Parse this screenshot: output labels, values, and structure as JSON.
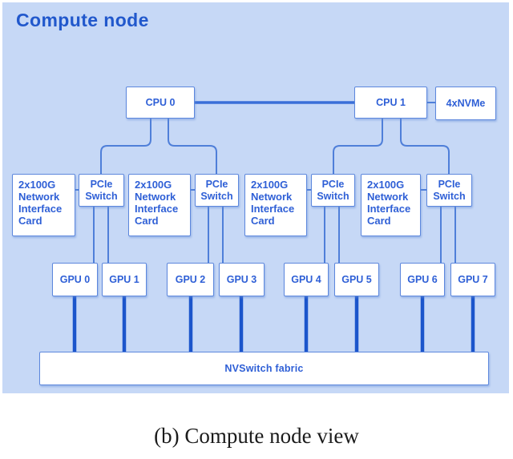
{
  "figure": {
    "title": "Compute node",
    "caption": "(b) Compute node view"
  },
  "colors": {
    "panel_background": "#c6d8f6",
    "node_fill": "#ffffff",
    "node_border": "#5c87dd",
    "node_text": "#2e5fd6",
    "title_text": "#2158cc",
    "thin_connector": "#4f7fd9",
    "cpu_interconnect": "#3a6fd8",
    "gpu_fabric_link": "#1b55cb",
    "caption_text": "#1b1b1b"
  },
  "nodes": {
    "cpus": [
      {
        "label": "CPU 0"
      },
      {
        "label": "CPU 1"
      }
    ],
    "nvme": {
      "label": "4xNVMe"
    },
    "nics": [
      {
        "label": "2x100G Network Interface Card"
      },
      {
        "label": "2x100G Network Interface Card"
      },
      {
        "label": "2x100G Network Interface Card"
      },
      {
        "label": "2x100G Network Interface Card"
      }
    ],
    "pcie_switches": [
      {
        "label": "PCIe Switch"
      },
      {
        "label": "PCIe Switch"
      },
      {
        "label": "PCIe Switch"
      },
      {
        "label": "PCIe Switch"
      }
    ],
    "gpus": [
      {
        "label": "GPU 0"
      },
      {
        "label": "GPU 1"
      },
      {
        "label": "GPU 2"
      },
      {
        "label": "GPU 3"
      },
      {
        "label": "GPU 4"
      },
      {
        "label": "GPU 5"
      },
      {
        "label": "GPU 6"
      },
      {
        "label": "GPU 7"
      }
    ],
    "fabric": {
      "label": "NVSwitch fabric"
    }
  }
}
